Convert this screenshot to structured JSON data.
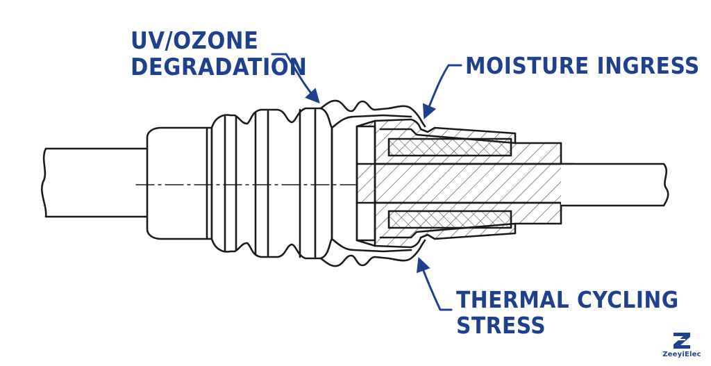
{
  "labels": {
    "uv_line1": "UV/OZONE",
    "uv_line2": "DEGRADATION",
    "moisture": "MOISTURE INGRESS",
    "thermal_line1": "THERMAL CYCLING",
    "thermal_line2": "STRESS"
  },
  "brand": {
    "name": "ZeeyiElec",
    "icon": "z-logo-icon"
  },
  "colors": {
    "accent": "#1f3f8f",
    "line": "#1a1a1a",
    "hatch": "#444444",
    "background": "#ffffff"
  }
}
